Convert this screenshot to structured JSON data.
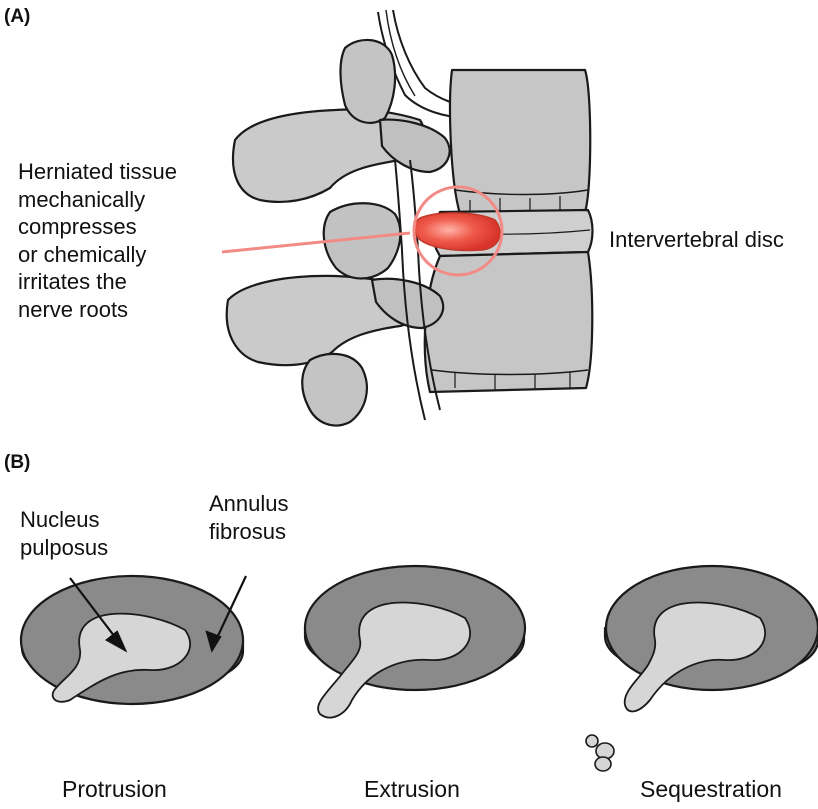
{
  "panel_a": {
    "label": "(A)",
    "annotation": "Herniated tissue\nmechanically\ncompresses\nor chemically\nirritates the\nnerve roots",
    "disc_label": "Intervertebral disc",
    "colors": {
      "herniation": "#e8453c",
      "annotation_line": "#f28b85",
      "bone": "#c9c9c9",
      "outline": "#1a1a1a"
    }
  },
  "panel_b": {
    "label": "(B)",
    "nucleus_label": "Nucleus\npulposus",
    "annulus_label": "Annulus\nfibrosus",
    "stages": [
      "Protrusion",
      "Extrusion",
      "Sequestration"
    ],
    "colors": {
      "annulus_top": "#8a8a8a",
      "annulus_side": "#777777",
      "nucleus": "#d6d6d6"
    }
  }
}
